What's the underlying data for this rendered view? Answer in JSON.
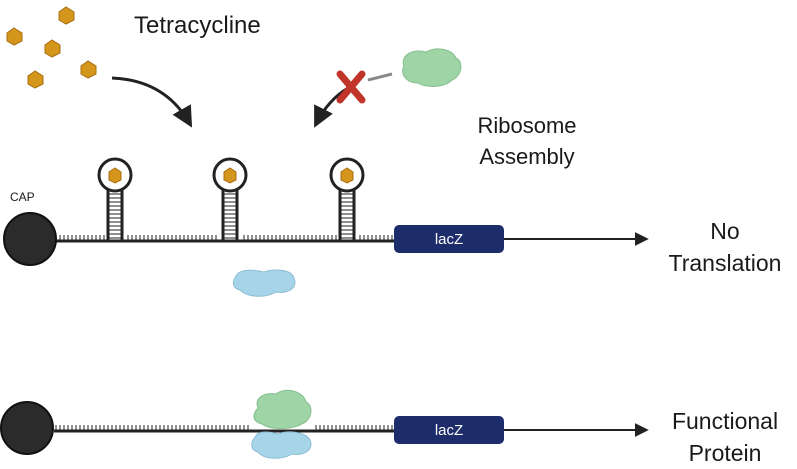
{
  "labels": {
    "tetracycline": "Tetracycline",
    "ribosome_assembly": "Ribosome Assembly",
    "cap": "CAP",
    "gene": "lacZ",
    "outcome_top": "No Translation",
    "outcome_bottom": "Functional Protein"
  },
  "colors": {
    "tetracycline": "#d4961c",
    "tetracycline_stroke": "#a86e10",
    "large_subunit": "#9fd4a6",
    "small_subunit": "#a6d4e8",
    "block_x": "#c0342a",
    "lacz": "#1d2d6b",
    "cap": "#2b2b2b"
  },
  "icons": [
    "tetracycline-hexagon-icon",
    "ribosome-large-subunit-icon",
    "ribosome-small-subunit-icon",
    "block-x-icon",
    "cap-icon",
    "hairpin-icon"
  ]
}
